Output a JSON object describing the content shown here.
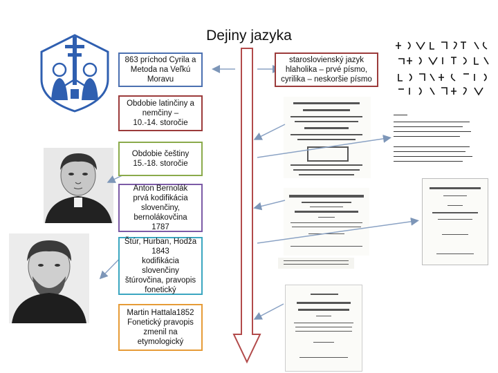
{
  "title": "Dejiny jazyka",
  "colors": {
    "box1": "#4a6fb0",
    "box2": "#9b3a3a",
    "box3": "#8aaa4a",
    "box4": "#7b5aa6",
    "box5": "#3aa6c0",
    "box6": "#e69b36",
    "box7": "#3aa6c0",
    "arrow": "#b24a4a"
  },
  "boxes": {
    "cyril": "863 príchod Cyrila a\nMetoda na Veľkú\nMoravu",
    "old_slavonic": "staroslovienský jazyk\nhlaholika – prvé písmo,\ncyrilika – neskoršie písmo",
    "latin": "Obdobie latinčiny a\nnemčiny –\n10.-14. storočie",
    "czech": "Obdobie češtiny\n15.-18. storočie",
    "bernolak": "Anton Bernolák\nprvá kodifikácia\nslovenčiny,\nbernolákovčina 1787",
    "stur": "Štúr, Hurban, Hodža\n1843\nkodifikácia slovenčiny\nštúrovčina, pravopis\nfonetický",
    "hattala": "Martin Hattala1852\nFonetický pravopis\nzmenil na etymologický"
  },
  "images": {
    "emblem": "cyril-methodius-emblem",
    "bernolak_portrait": "portrait-icon",
    "stur_portrait": "portrait-icon",
    "alphabet": "glagolitic-alphabet",
    "book1": "book-page-icon",
    "book2": "book-page-icon",
    "book3": "book-page-icon",
    "book4": "book-page-icon",
    "manuscript": "manuscript-icon"
  }
}
